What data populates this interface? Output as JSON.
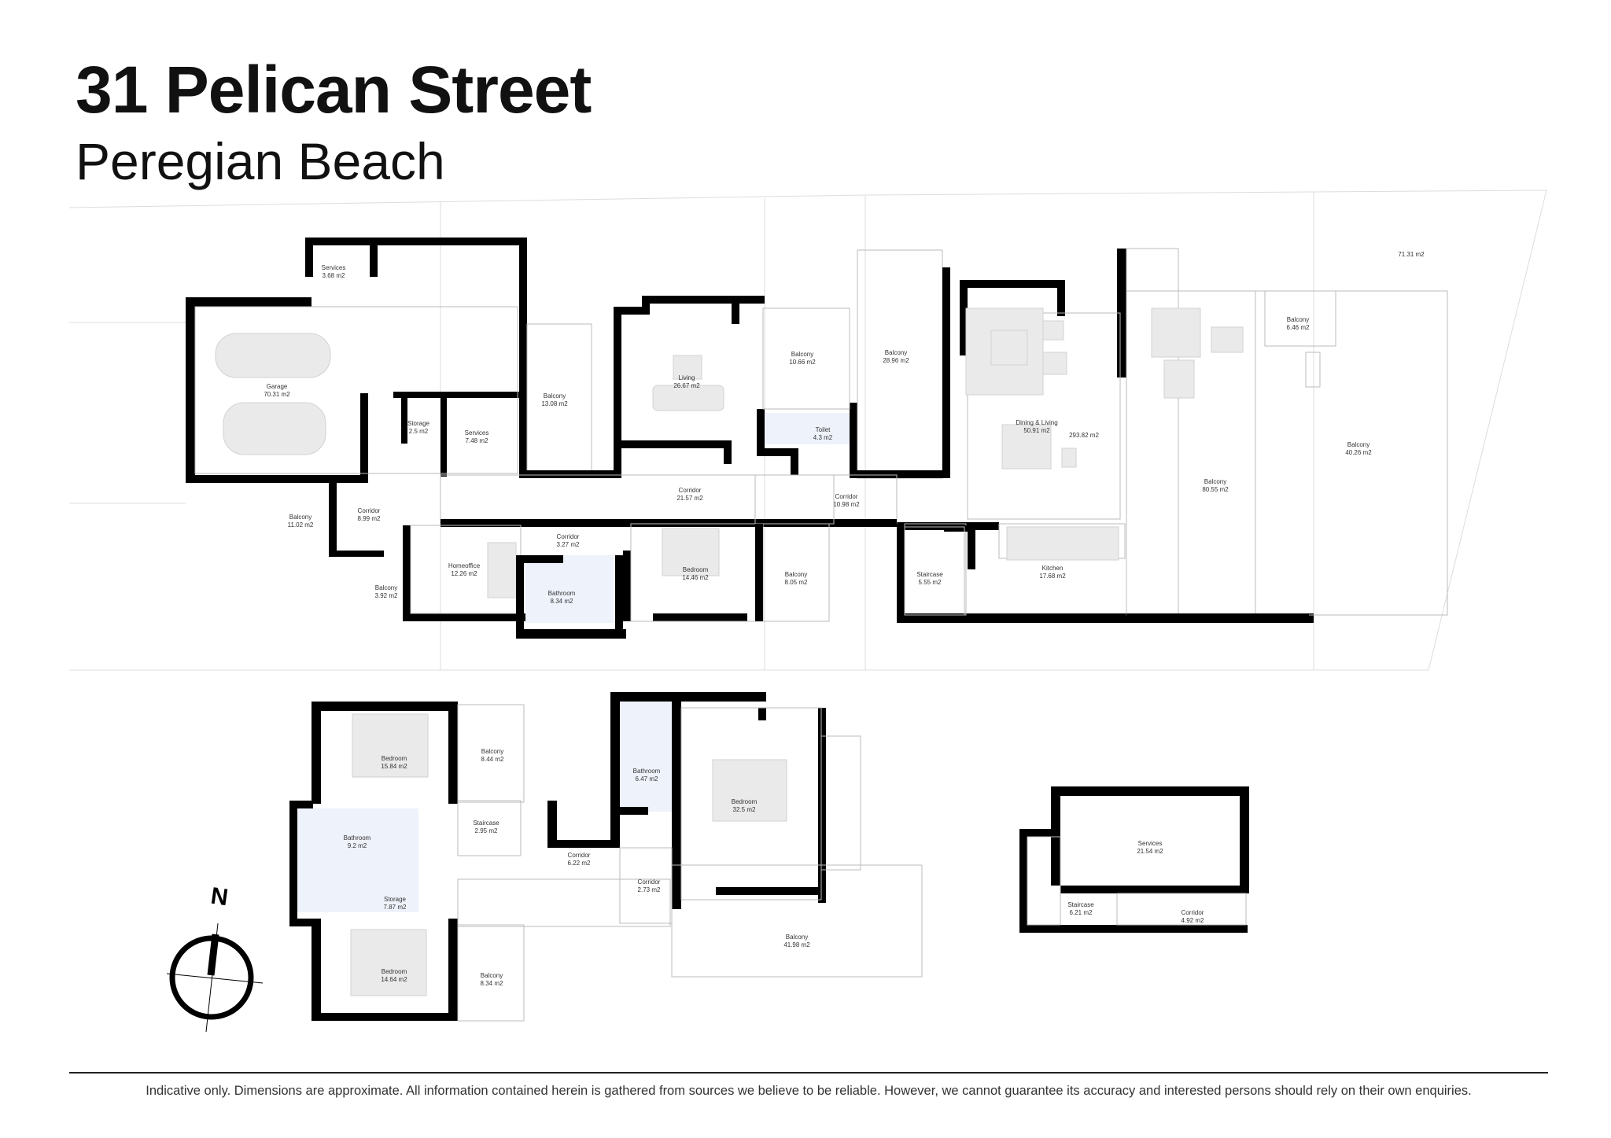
{
  "header": {
    "title": "31 Pelican Street",
    "subtitle": "Peregian Beach"
  },
  "rooms": {
    "site_area": {
      "name": "",
      "area": "71.31 m2"
    },
    "garage": {
      "name": "Garage",
      "area": "70.31 m2"
    },
    "services_top": {
      "name": "Services",
      "area": "3.68 m2"
    },
    "storage_g": {
      "name": "Storage",
      "area": "2.5 m2"
    },
    "services_g": {
      "name": "Services",
      "area": "7.48 m2"
    },
    "balcony_13": {
      "name": "Balcony",
      "area": "13.08 m2"
    },
    "living": {
      "name": "Living",
      "area": "26.67 m2"
    },
    "balcony_10": {
      "name": "Balcony",
      "area": "10.66 m2"
    },
    "toilet": {
      "name": "Toilet",
      "area": "4.3 m2"
    },
    "balcony_28": {
      "name": "Balcony",
      "area": "28.96 m2"
    },
    "dining": {
      "name": "Dining & Living",
      "area": "50.91 m2"
    },
    "total": {
      "name": "",
      "area": "293.82 m2"
    },
    "balcony_6_top": {
      "name": "Balcony",
      "area": "6.46 m2"
    },
    "balcony_80": {
      "name": "Balcony",
      "area": "80.55 m2"
    },
    "balcony_40": {
      "name": "Balcony",
      "area": "40.26 m2"
    },
    "corridor_21": {
      "name": "Corridor",
      "area": "21.57 m2"
    },
    "corridor_10": {
      "name": "Corridor",
      "area": "10.98 m2"
    },
    "balcony_11": {
      "name": "Balcony",
      "area": "11.02 m2"
    },
    "corridor_8": {
      "name": "Corridor",
      "area": "8.99 m2"
    },
    "corridor_3": {
      "name": "Corridor",
      "area": "3.27 m2"
    },
    "homeoffice": {
      "name": "Homeoffice",
      "area": "12.26 m2"
    },
    "bathroom_8": {
      "name": "Bathroom",
      "area": "8.34 m2"
    },
    "bedroom_14_main": {
      "name": "Bedroom",
      "area": "14.46 m2"
    },
    "balcony_8_main": {
      "name": "Balcony",
      "area": "8.05 m2"
    },
    "staircase_5": {
      "name": "Staircase",
      "area": "5.55 m2"
    },
    "kitchen": {
      "name": "Kitchen",
      "area": "17.68 m2"
    },
    "balcony_3": {
      "name": "Balcony",
      "area": "3.92 m2"
    },
    "bedroom_15": {
      "name": "Bedroom",
      "area": "15.84 m2"
    },
    "balcony_8_up": {
      "name": "Balcony",
      "area": "8.44 m2"
    },
    "bathroom_9": {
      "name": "Bathroom",
      "area": "9.2 m2"
    },
    "staircase_2": {
      "name": "Staircase",
      "area": "2.95 m2"
    },
    "storage_7": {
      "name": "Storage",
      "area": "7.87 m2"
    },
    "corridor_6": {
      "name": "Corridor",
      "area": "6.22 m2"
    },
    "corridor_2": {
      "name": "Corridor",
      "area": "2.73 m2"
    },
    "bathroom_6": {
      "name": "Bathroom",
      "area": "6.47 m2"
    },
    "bedroom_32": {
      "name": "Bedroom",
      "area": "32.5 m2"
    },
    "bedroom_14_up": {
      "name": "Bedroom",
      "area": "14.64 m2"
    },
    "balcony_8_low": {
      "name": "Balcony",
      "area": "8.34 m2"
    },
    "balcony_41": {
      "name": "Balcony",
      "area": "41.98 m2"
    },
    "services_21": {
      "name": "Services",
      "area": "21.54 m2"
    },
    "staircase_6": {
      "name": "Staircase",
      "area": "6.21 m2"
    },
    "corridor_4": {
      "name": "Corridor",
      "area": "4.92 m2"
    }
  },
  "compass": {
    "label": "N"
  },
  "footer": {
    "disclaimer": "Indicative only. Dimensions are approximate. All information contained herein is gathered from sources we believe to be reliable. However, we cannot guarantee its accuracy and interested persons should rely on their own enquiries."
  }
}
